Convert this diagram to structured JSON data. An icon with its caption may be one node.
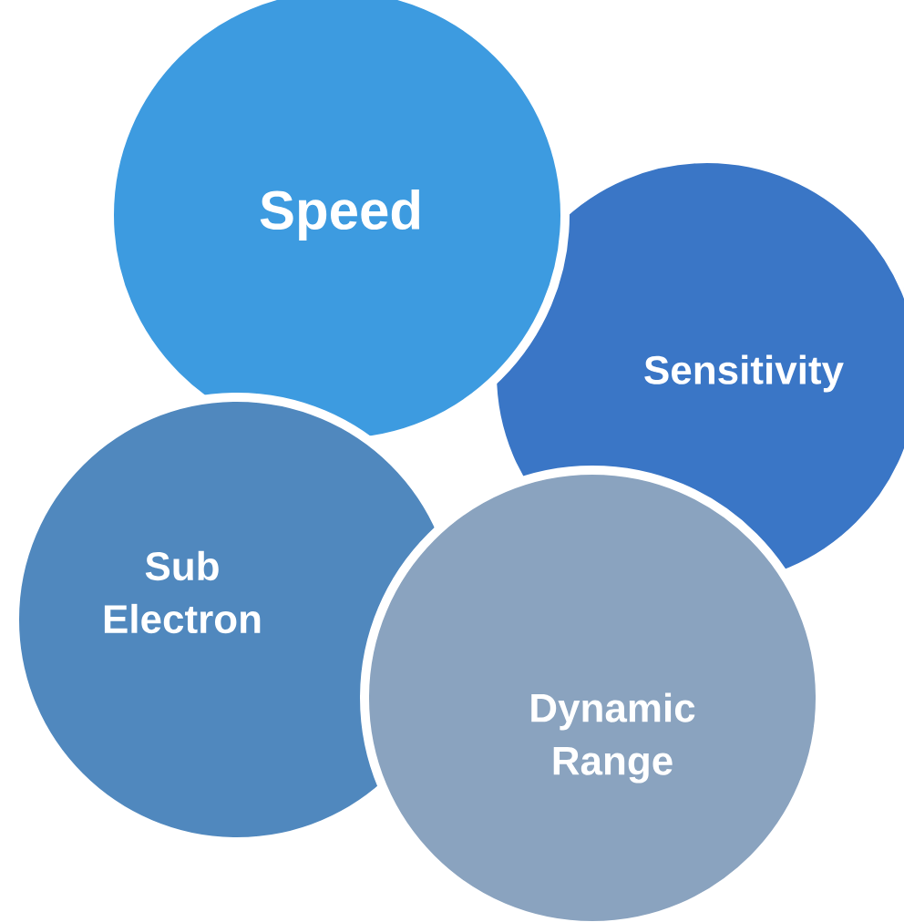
{
  "diagram": {
    "nodes": [
      {
        "text": [
          "Speed"
        ]
      },
      {
        "text": [
          "Sensitivity"
        ]
      },
      {
        "text": [
          "Sub Electron"
        ]
      },
      {
        "text": [
          "Dynamic Range"
        ]
      }
    ]
  }
}
